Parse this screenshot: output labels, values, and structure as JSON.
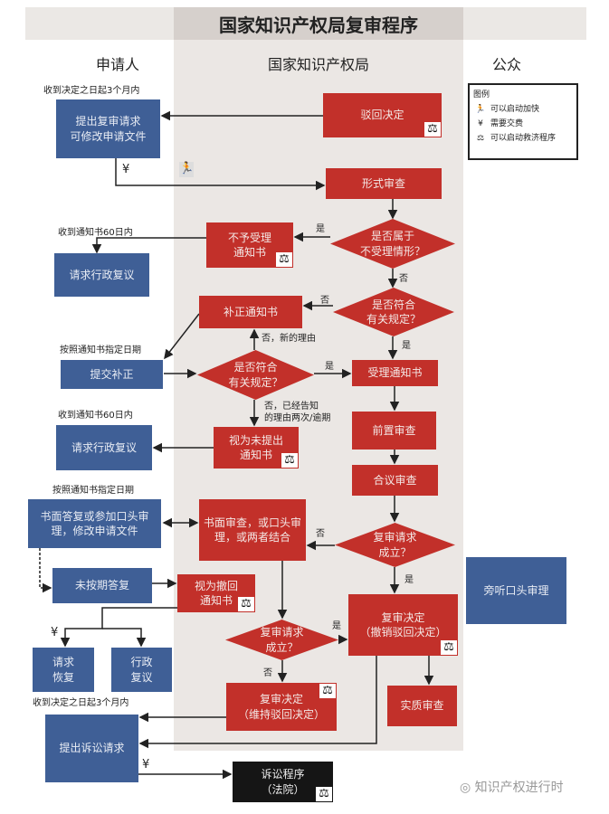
{
  "title": "国家知识产权局复审程序",
  "columns": {
    "applicant": "申请人",
    "office": "国家知识产权局",
    "public": "公众"
  },
  "legend": {
    "title": "图例",
    "items": [
      {
        "icon": "runner-icon",
        "label": "可以启动加快"
      },
      {
        "icon": "yen-icon",
        "label": "需要交费"
      },
      {
        "icon": "scales-icon",
        "label": "可以启动救济程序"
      }
    ]
  },
  "captions": {
    "within_3_months_decision": "收到决定之日起3个月内",
    "within_60_days_1": "收到通知书60日内",
    "by_deadline_1": "按照通知书指定日期",
    "within_60_days_2": "收到通知书60日内",
    "by_deadline_2": "按照通知书指定日期",
    "within_3_months_decision_2": "收到决定之日起3个月内"
  },
  "applicant_boxes": {
    "submit_reexam": "提出复审请求\n可修改申请文件",
    "admin_review_1": "请求行政复议",
    "submit_correction": "提交补正",
    "admin_review_2": "请求行政复议",
    "written_reply": "书面答复或参加口头审理，修改申请文件",
    "no_timely_reply": "未按期答复",
    "request_restore": "请求\n恢复",
    "admin_review_3": "行政\n复议",
    "file_lawsuit": "提出诉讼请求"
  },
  "office_boxes": {
    "rejection": "驳回决定",
    "formal_exam": "形式审查",
    "not_accepted": "不予受理\n通知书",
    "correction_notice": "补正通知书",
    "acceptance_notice": "受理通知书",
    "deemed_not_filed": "视为未提出\n通知书",
    "pre_exam": "前置审查",
    "collegial_exam": "合议审查",
    "written_or_oral": "书面审查，或口头审理，或两者结合",
    "deemed_withdrawn": "视为撤回\n通知书",
    "decision_revoke": "复审决定\n（撤销驳回决定）",
    "decision_uphold": "复审决定\n（维持驳回决定）",
    "substantive_exam": "实质审查"
  },
  "public_boxes": {
    "attend_oral": "旁听口头审理"
  },
  "court_box": "诉讼程序\n（法院）",
  "decisions": {
    "d1": "是否属于\n不受理情形？",
    "d2": "是否符合\n有关规定？",
    "d3": "是否符合\n有关规定？",
    "d4": "复审请求\n成立？",
    "d5": "复审请求\n成立？"
  },
  "edge_labels": {
    "yes": "是",
    "no": "否",
    "no_new_reason": "否，新的理由",
    "no_twice": "否，已经告知\n的理由两次/逾期",
    "yen": "¥"
  },
  "watermark": "知识产权进行时",
  "colors": {
    "red": "#c2302a",
    "blue": "#3f5f96",
    "black": "#151515"
  }
}
